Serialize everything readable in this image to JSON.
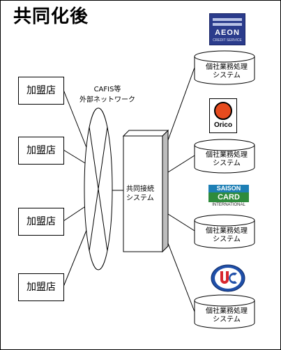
{
  "title": "共同化後",
  "stores": [
    "加盟店",
    "加盟店",
    "加盟店",
    "加盟店"
  ],
  "network": {
    "line1": "CAFIS等",
    "line2": "外部ネットワーク"
  },
  "center": {
    "line1": "共同接続",
    "line2": "システム"
  },
  "card_companies": [
    {
      "logo_icon": "aeon-logo-icon",
      "logo_text": "AEON",
      "logo_subtext": "CREDIT SERVICE",
      "db_line1": "個社業務処理",
      "db_line2": "システム"
    },
    {
      "logo_icon": "orico-logo-icon",
      "logo_text": "Orico",
      "db_line1": "個社業務処理",
      "db_line2": "システム"
    },
    {
      "logo_icon": "saison-card-logo-icon",
      "logo_text_1": "SAISON",
      "logo_text_2": "CARD",
      "logo_text_3": "INTERNATIONAL",
      "db_line1": "個社業務処理",
      "db_line2": "システム"
    },
    {
      "logo_icon": "uc-logo-icon",
      "logo_text": "UC",
      "db_line1": "個社業務処理",
      "db_line2": "システム"
    }
  ],
  "colors": {
    "aeon": "#2b3c8c",
    "orico": "#e64b1e",
    "saison_blue": "#1d7fb5",
    "saison_green": "#2e8b3c",
    "uc_blue": "#1f4fa8",
    "uc_red": "#d8262e",
    "box_shadow": "#bdbdbd"
  }
}
